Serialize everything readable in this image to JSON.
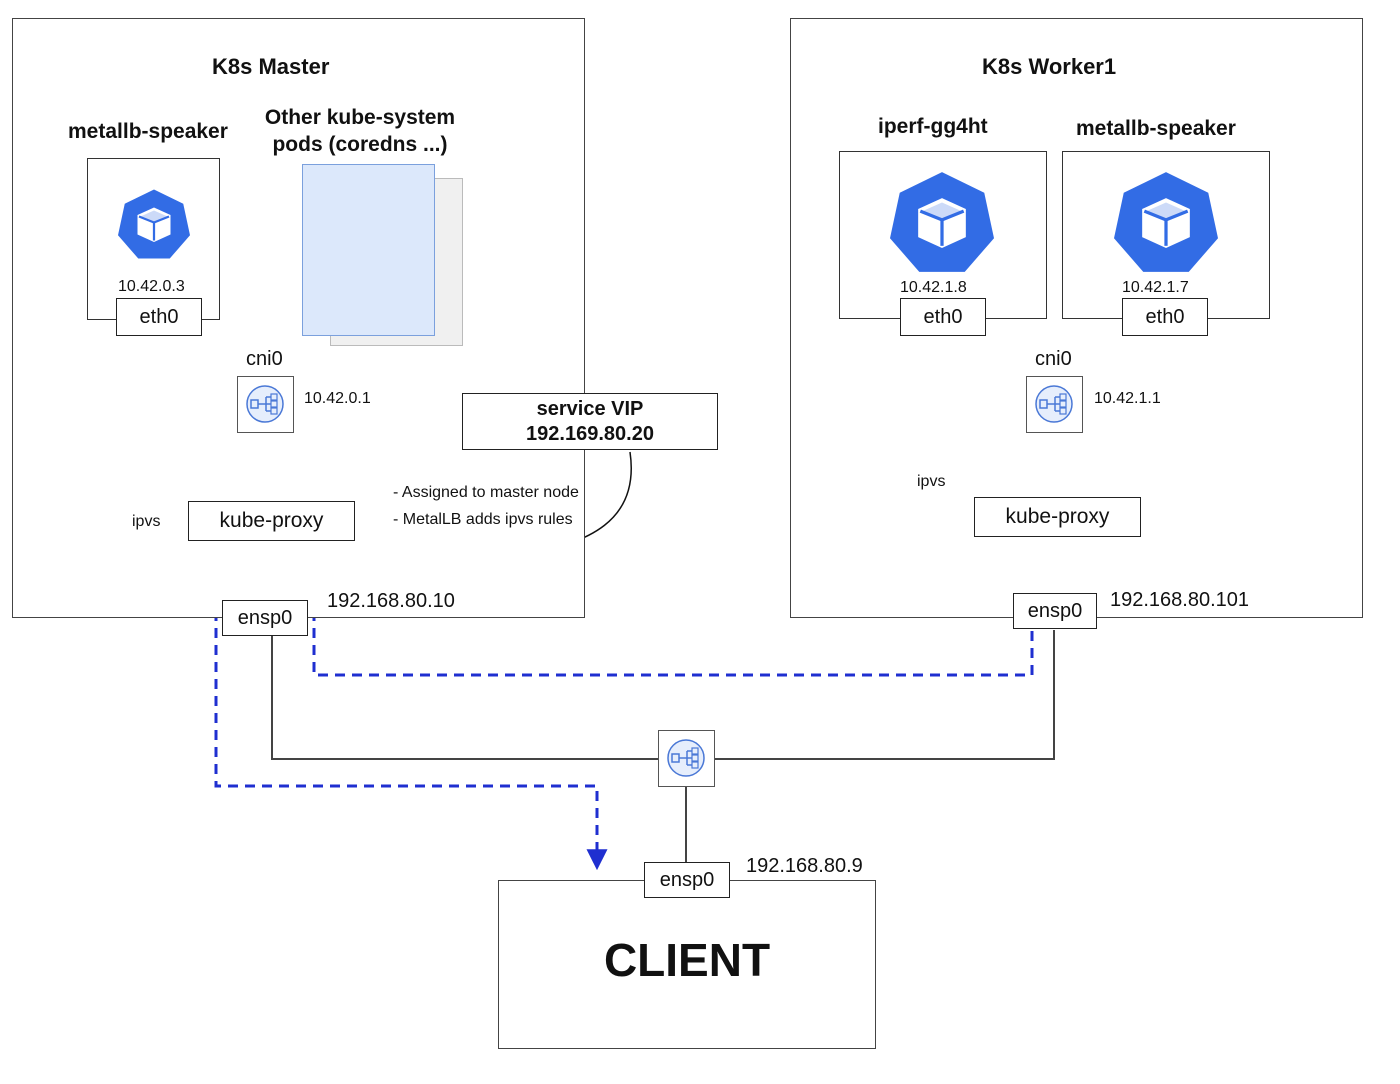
{
  "master": {
    "title": "K8s Master",
    "speaker_label": "metallb-speaker",
    "other_pods_label": "Other kube-system\npods (coredns ...)",
    "speaker_ip": "10.42.0.3",
    "speaker_iface": "eth0",
    "cni_label": "cni0",
    "cni_ip": "10.42.0.1",
    "ipvs_label": "ipvs",
    "kube_proxy_label": "kube-proxy",
    "ensp_label": "ensp0",
    "node_ip": "192.168.80.10"
  },
  "vip": {
    "title": "service VIP",
    "address": "192.169.80.20",
    "notes": [
      "- Assigned to master node",
      "- MetalLB adds ipvs rules"
    ]
  },
  "worker": {
    "title": "K8s Worker1",
    "iperf_label": "iperf-gg4ht",
    "speaker_label": "metallb-speaker",
    "iperf_ip": "10.42.1.8",
    "speaker_ip": "10.42.1.7",
    "iperf_iface": "eth0",
    "speaker_iface": "eth0",
    "cni_label": "cni0",
    "cni_ip": "10.42.1.1",
    "ipvs_label": "ipvs",
    "kube_proxy_label": "kube-proxy",
    "ensp_label": "ensp0",
    "node_ip": "192.168.80.101"
  },
  "client": {
    "title": "CLIENT",
    "ensp_label": "ensp0",
    "ip": "192.168.80.9"
  },
  "icons": {
    "pod_icon": "kubernetes-pod-icon",
    "bridge_icon": "network-bridge-icon",
    "switch_icon": "network-switch-icon"
  },
  "colors": {
    "k8s_blue": "#326ce5",
    "flow_blue": "#1f2fd0",
    "stack_front": "#dce8fb",
    "stack_border": "#7ba0dd",
    "stack_back": "#f0f0f0"
  }
}
